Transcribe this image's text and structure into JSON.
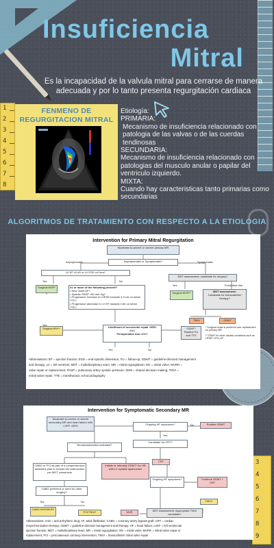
{
  "header": {
    "title_line1": "Insuficiencia",
    "title_line2": "Mitral",
    "definition": "Es la incapacidad de la valvula mitral para cerrarse de manera adecuada y por lo tanto presenta regurgitación cardiaca"
  },
  "echo_panel": {
    "title_line1": "FENMENO DE",
    "title_line2": "REGURGITACION MITRAL"
  },
  "etiology": {
    "heading": "Etiología:",
    "primary_label": "PRIMARIA:",
    "primary_text": "Mecanismo de insuficiencia relacionado con patologia de las valvas o de las cuerdas tendinosas",
    "secondary_label": "SECUNDARIA:",
    "secondary_text": "Mecanismo de insuficiencia relacionado con patologias del musculo anular o papilar del ventriculo izquierdo.",
    "mixed_label": "MIXTA:",
    "mixed_text": "Cuando hay caracteristicas tanto primarias como secundarias"
  },
  "section": {
    "heading": "ALGORITMOS DE TRATAMIENTO CON RESPECTO A LA ETIOLOGIA"
  },
  "ruler": {
    "marks_left": [
      "1",
      "2",
      "3",
      "4",
      "5",
      "6",
      "7",
      "8"
    ],
    "marks_right": [
      "3",
      "4",
      "5",
      "6",
      "7",
      "8",
      "9"
    ]
  },
  "flowchart_primary": {
    "title": "Intervention for Primary Mitral Regurgitation",
    "start": "Moderate-to-severe or severe primary MR",
    "asymptomatic": "Asymptomatic",
    "symptomatic": "Symptomatic",
    "asym_mid": "Asymptomatic or Symptomatic?",
    "lvef_q": "LV EF ≤0.60 or LV ESD ≥4.0cm?",
    "yes": "Yes",
    "no": "No",
    "surgical": "Surgical MVR*",
    "criteria_title": "≥1 or more of the following present?",
    "criteria_1": "• New onset AF?",
    "criteria_2": "• Systolic PASP >50 mm Hg?",
    "criteria_3": "• Progressive increase in LVESD towards 4.0 cm on serial TTE?",
    "criteria_4": "• Progressive decrease in LV EF towards 0.60 on serial TTE?",
    "mdt_assess": "MDT assessment: candidate for surgery?",
    "prohibitive": "Prohibitive risk",
    "surgical_mvr2": "Surgical MVR**",
    "mdt_assess2": "MDT assessment:",
    "candidate_teer": "Candidate for transcatheter therapy?",
    "tmvr": "TMVr",
    "gdmt": "GDMT",
    "repair_q1": "Likelihood of successful repair >95%",
    "repair_and": "AND",
    "repair_q2": "Perioperative risk <1%?",
    "surgical_mvr3": "Surgical MVr**",
    "gdmt_follow": "GDMT* Routine FU and TTE",
    "note_1": "* Surgical repair is preferred over replacement for primary MR.",
    "note_2": "** GDMT for other cardiac conditions such as HFrEF, HTN, AF.",
    "abbr_1": "Abbreviations: EF = ejection fraction; ESD = end-systolic dimension; FU = follow-up; GDMT = guideline-directed management",
    "abbr_2": "and therapy; LV = left ventricle; MDT = multidisciplinary team; MR = mitral regurgitation; MV = mitral valve; MVRR =",
    "abbr_3": "valve repair or replacement; PASP = pulmonary artery systolic pressure; SDM = shared decision making; TMVr =",
    "abbr_4": "mitral valve repair; TTE = transthoracic echocardiography"
  },
  "flowchart_secondary": {
    "title": "Intervention for Symptomatic Secondary MR",
    "start": "Moderate-to-severe or severe secondary MR and heart failure with LVEF <50%",
    "ongoing_hf": "Ongoing HF symptoms?",
    "no": "No",
    "yes": "Yes",
    "routine_gdmt": "Routine GDMT",
    "revasc": "Revascularization indicated?",
    "cabg": "CABG or PCI as part of a comprehensive treatment plan to include MV intervention per MDT consensus",
    "initiate_gdmt": "Initiate or intensify GDMT* for HR with LV systolic dysfunction",
    "candidate_crt": "Candidate for CRT?",
    "crt": "CRT",
    "ongoing_hf2": "Ongoing HF symptoms?",
    "continue": "Continue GDMT + CRT",
    "cabg_pref": "CABG preferred or need for other surgery?",
    "cabg_mvr": "CABG MVR/MVR*",
    "pci_tmvr": "PCI/TMVr*",
    "mvr": "MVR",
    "mdt_assess": "MDT Assessment: Appropriate TMVr candidate?",
    "tmvr": "TMVr*",
    "abbr_1": "Abbreviations: AAD = anti-arrhythmic drug; AF, atrial fibrillation; CABG = coronary artery bypass graft; CRT = cardiac",
    "abbr_2": "resynchronization therapy; GDMT = guideline-directed management and therapy; HF = heart failure; LVEF = left ventricular",
    "abbr_3": "ejection fraction; MDT = multidisciplinary team; MR = mitral regurgitation; MV = mitral valve; MVRR = mitral valve repair or",
    "abbr_4": "replacement; PCI = percutaneous coronary intervention; TMVr = transcatheter mitral valve repair"
  }
}
